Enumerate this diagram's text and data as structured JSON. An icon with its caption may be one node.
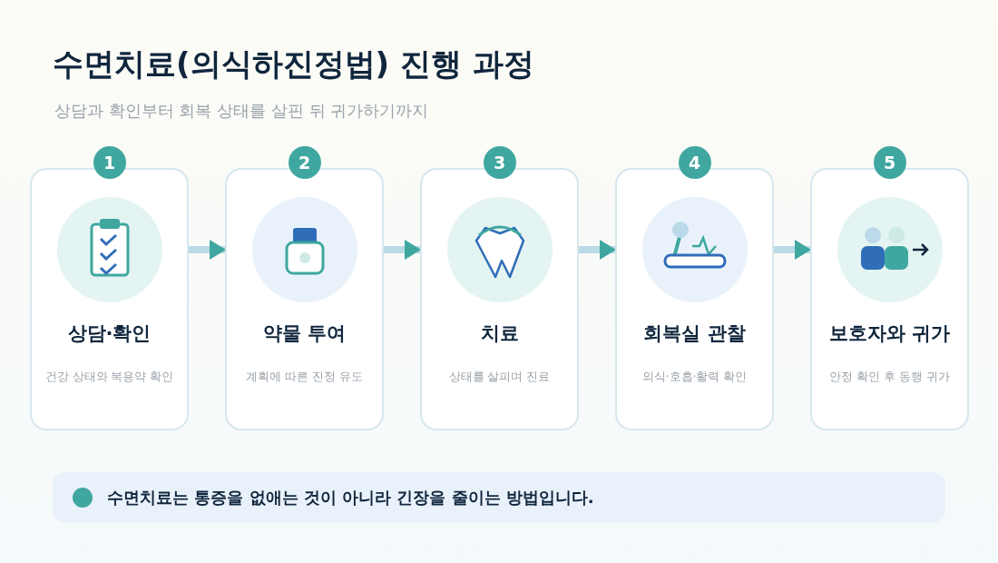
{
  "diagram": {
    "title": "수면치료(의식하진정법) 진행 과정",
    "caption": "상담과 확인부터 회복 상태를 살핀 뒤 귀가하기까지",
    "nodes": [
      {
        "text": [
          "상담·확인",
          "건강 상태와 복용약 확인"
        ],
        "beside": [
          "1"
        ]
      },
      {
        "text": [
          "약물 투여",
          "계획에 따른 진정 유도"
        ],
        "beside": [
          "2"
        ]
      },
      {
        "text": [
          "치료",
          "상태를 살피며 진료"
        ],
        "beside": [
          "3"
        ]
      },
      {
        "text": [
          "회복실 관찰",
          "의식·호흡·활력 확인"
        ],
        "beside": [
          "4"
        ]
      },
      {
        "text": [
          "보호자와 귀가",
          "안정 확인 후 동행 귀가"
        ],
        "beside": [
          "5"
        ]
      },
      {
        "text": [
          "수면치료는 통증을 없애는 것이 아니라 긴장을 줄이는 방법입니다."
        ]
      }
    ],
    "edges": [
      {
        "from": 0,
        "to": 1,
        "arrow": "to"
      },
      {
        "from": 1,
        "to": 2,
        "arrow": "to"
      },
      {
        "from": 2,
        "to": 3,
        "arrow": "to"
      },
      {
        "from": 3,
        "to": 4,
        "arrow": "to"
      }
    ]
  }
}
